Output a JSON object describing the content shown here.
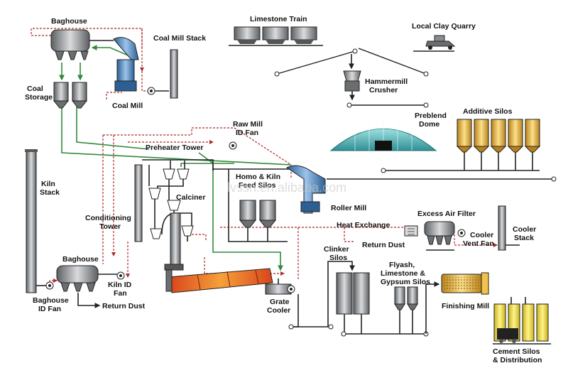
{
  "labels": {
    "baghouse_top": "Baghouse",
    "coal_mill_stack": "Coal Mill Stack",
    "coal_storage_1": "Coal",
    "coal_storage_2": "Storage",
    "coal_mill": "Coal Mill",
    "limestone_train": "Limestone Train",
    "local_clay_quarry": "Local Clay Quarry",
    "hammermill_1": "Hammermill",
    "hammermill_2": "Crusher",
    "preblend_1": "Preblend",
    "preblend_2": "Dome",
    "additive_silos": "Additive Silos",
    "raw_mill_fan_1": "Raw Mill",
    "raw_mill_fan_2": "ID Fan",
    "preheater_tower": "Preheater Tower",
    "kiln_stack_1": "Kiln",
    "kiln_stack_2": "Stack",
    "homo_1": "Homo & Kiln",
    "homo_2": "Feed Silos",
    "calciner": "Calciner",
    "roller_mill": "Roller Mill",
    "conditioning_1": "Conditioning",
    "conditioning_2": "Tower",
    "excess_air_filter": "Excess Air Filter",
    "cooler_stack_1": "Cooler",
    "cooler_stack_2": "Stack",
    "heat_exchange": "Heat Exchange",
    "cooler_vent_fan_1": "Cooler",
    "cooler_vent_fan_2": "Vent Fan",
    "clinker_silos_1": "Clinker",
    "clinker_silos_2": "Silos",
    "return_dust_right": "Return Dust",
    "baghouse_bottom": "Baghouse",
    "flyash_1": "Flyash,",
    "flyash_2": "Limestone &",
    "flyash_3": "Gypsum Silos",
    "kiln_id_fan_1": "Kiln ID",
    "kiln_id_fan_2": "Fan",
    "baghouse_id_fan_1": "Baghouse",
    "baghouse_id_fan_2": "ID Fan",
    "return_dust_left": "Return Dust",
    "grate_cooler_1": "Grate",
    "grate_cooler_2": "Cooler",
    "finishing_mill": "Finishing Mill",
    "cement_silos_1": "Cement Silos",
    "cement_silos_2": "& Distribution"
  },
  "watermark": "lvssn.en.alibaba.com",
  "colors": {
    "flow_gas": "#b0282b",
    "flow_coal": "#2f8a3a",
    "equipment_blue": "#4a7fb5",
    "dome_teal": "#3aa3a8",
    "silo_gold": "#e9b53e",
    "kiln_orange": "#e2741f",
    "cement_yellow": "#f3df4a",
    "grey_equipment": "#8a8d90"
  }
}
